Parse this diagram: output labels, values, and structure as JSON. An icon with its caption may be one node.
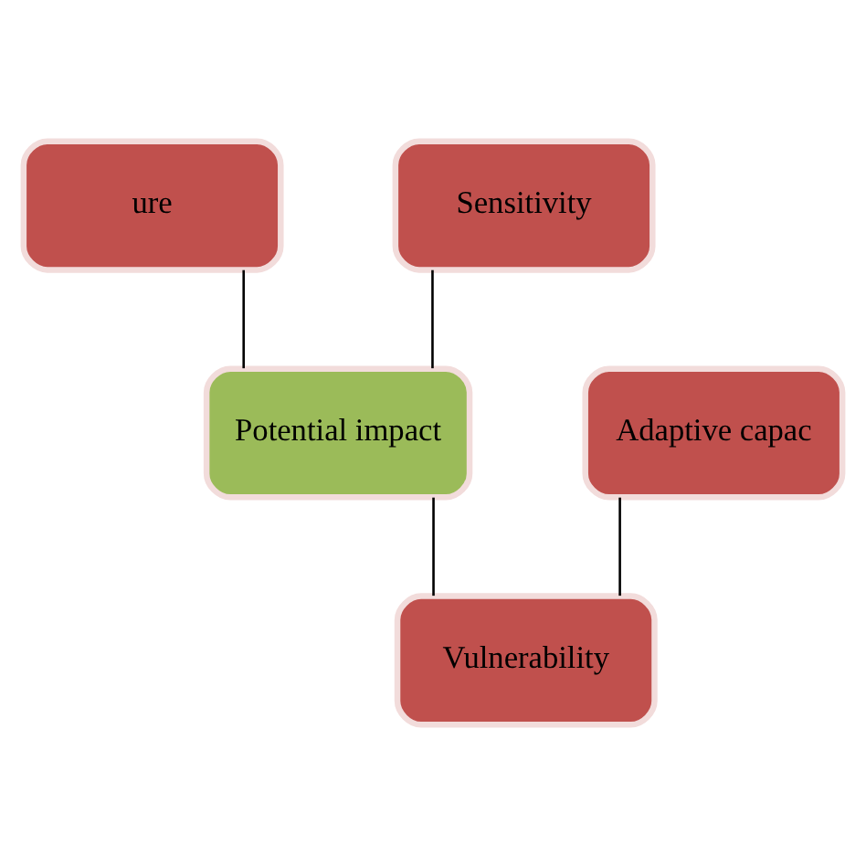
{
  "diagram": {
    "nodes": [
      {
        "text": [
          "ure"
        ]
      },
      {
        "text": [
          "Sensitivity"
        ]
      },
      {
        "text": [
          "Potential impact"
        ]
      },
      {
        "text": [
          "Adaptive capac"
        ]
      },
      {
        "text": [
          "Vulnerability"
        ]
      }
    ],
    "edges": [
      {
        "from": 0,
        "to": 2,
        "arrow": "none"
      },
      {
        "from": 1,
        "to": 2,
        "arrow": "none"
      },
      {
        "from": 2,
        "to": 4,
        "arrow": "none"
      },
      {
        "from": 3,
        "to": 4,
        "arrow": "none"
      }
    ]
  }
}
